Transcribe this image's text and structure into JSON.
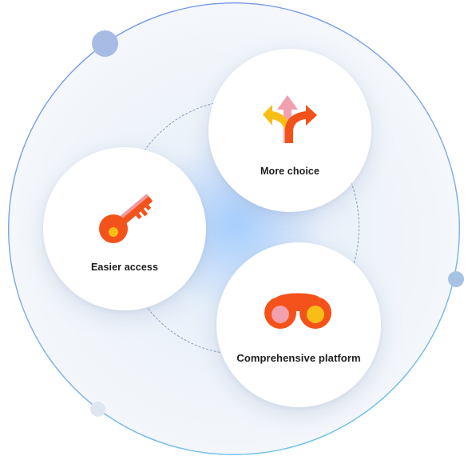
{
  "colors": {
    "accent_orange": "#f3521a",
    "accent_yellow": "#f7be16",
    "accent_pink": "#f2a0ad",
    "ring_blue": "#6f8fe6",
    "ring_cyan": "#5fd6e6"
  },
  "items": [
    {
      "label": "More choice",
      "icon": "split-arrows-icon"
    },
    {
      "label": "Easier access",
      "icon": "key-icon"
    },
    {
      "label": "Comprehensive platform",
      "icon": "binoculars-icon"
    }
  ]
}
